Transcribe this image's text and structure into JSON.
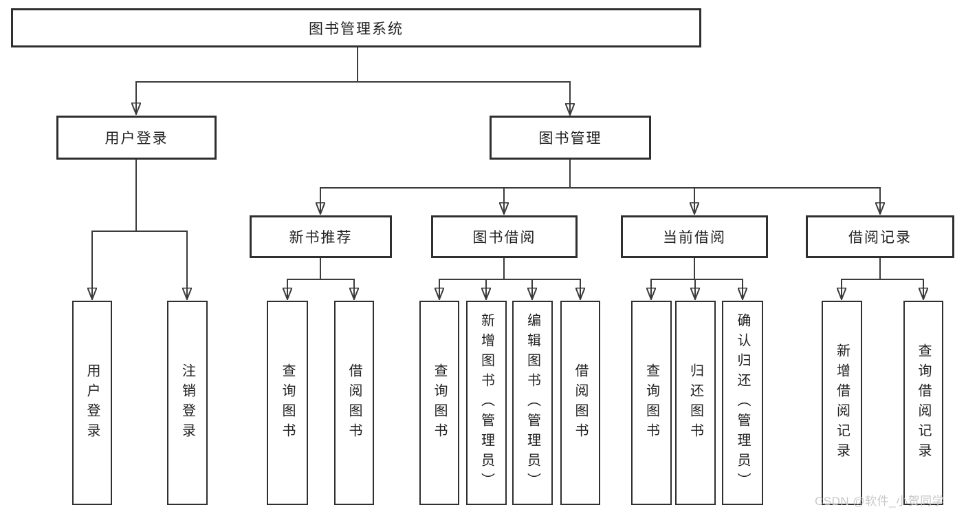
{
  "tree": {
    "root": {
      "label": "图书管理系统"
    },
    "branches": [
      {
        "label": "用户登录",
        "children": [
          {
            "label": "用户登录"
          },
          {
            "label": "注销登录"
          }
        ]
      },
      {
        "label": "图书管理",
        "sections": [
          {
            "label": "新书推荐",
            "children": [
              {
                "label": "查询图书"
              },
              {
                "label": "借阅图书"
              }
            ]
          },
          {
            "label": "图书借阅",
            "children": [
              {
                "label": "查询图书"
              },
              {
                "label": "新增图书（管理员）"
              },
              {
                "label": "编辑图书（管理员）"
              },
              {
                "label": "借阅图书"
              }
            ]
          },
          {
            "label": "当前借阅",
            "children": [
              {
                "label": "查询图书"
              },
              {
                "label": "归还图书"
              },
              {
                "label": "确认归还（管理员）"
              }
            ]
          },
          {
            "label": "借阅记录",
            "children": [
              {
                "label": "新增借阅记录"
              },
              {
                "label": "查询借阅记录"
              }
            ]
          }
        ]
      }
    ]
  },
  "watermark": {
    "text": "CSDN @软件_小贺同学"
  },
  "colors": {
    "background": "#ffffff",
    "line": "#3b3b3b",
    "box_border": "#2f2f2f",
    "text": "#222222",
    "watermark": "#c8c8c8"
  }
}
